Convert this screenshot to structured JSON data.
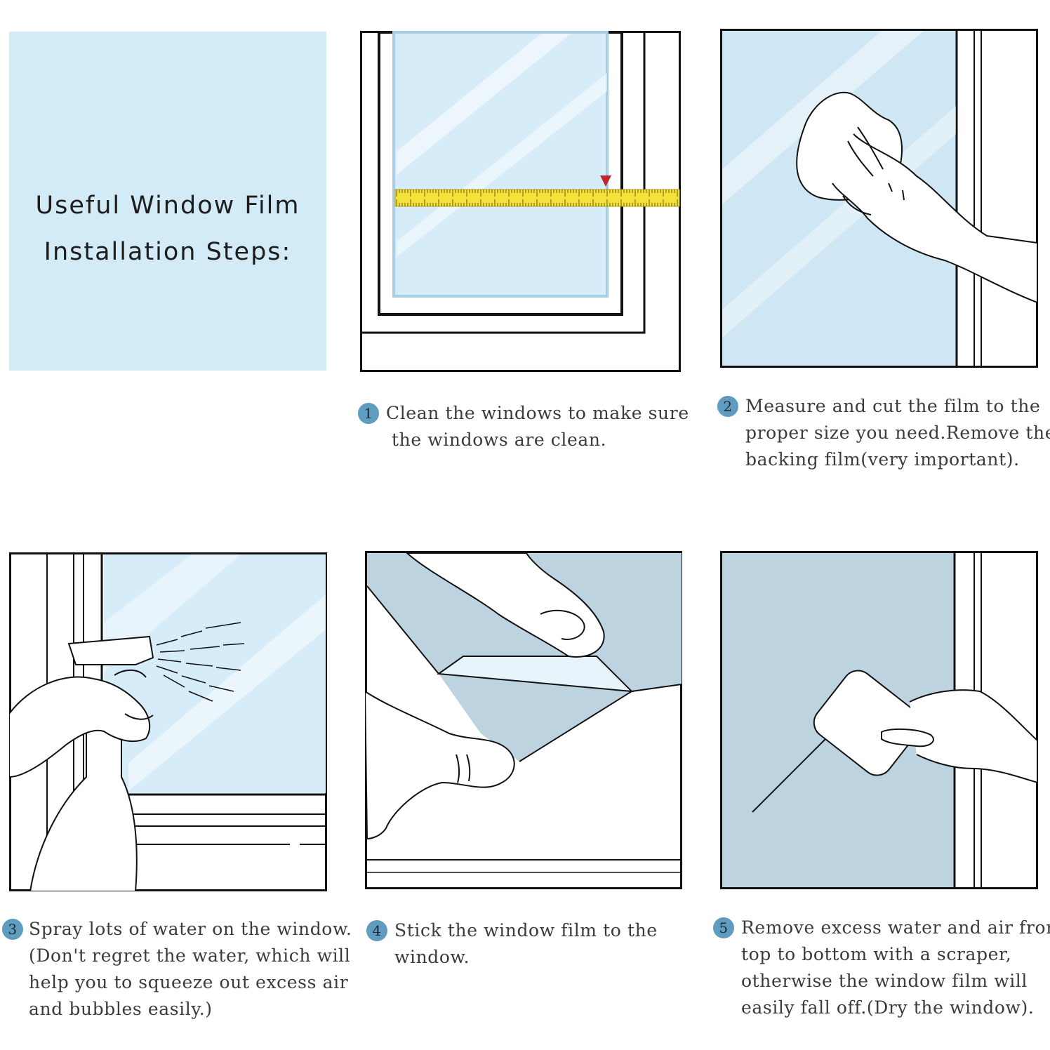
{
  "title": {
    "line1": "Useful Window Film",
    "line2": "Installation Steps:"
  },
  "colors": {
    "title_bg": "#d2ebf7",
    "glass": "#d6ecf8",
    "film": "#bed3e0",
    "badge": "#5f9cc0",
    "tape": "#f2e23b",
    "marker": "#c0272d"
  },
  "steps": [
    {
      "number": "1",
      "lines": [
        "Clean the windows to make sure",
        "the windows are clean."
      ]
    },
    {
      "number": "2",
      "lines": [
        "Measure and cut the film to the",
        "proper size you need.Remove the",
        "backing film(very important)."
      ]
    },
    {
      "number": "3",
      "lines": [
        "Spray lots of water on the window.",
        "(Don't regret the water, which will",
        "help you to squeeze out excess air",
        "and bubbles easily.)"
      ]
    },
    {
      "number": "4",
      "lines": [
        "Stick the window film to the",
        "window."
      ]
    },
    {
      "number": "5",
      "lines": [
        "Remove excess water and air from",
        "top to bottom with a scraper,",
        "otherwise the window film will",
        "easily fall off.(Dry the window)."
      ]
    }
  ],
  "illustrations": {
    "ruler": "measuring-tape-icon",
    "wipe": "hand-wiping-cloth-icon",
    "spray": "spray-bottle-icon",
    "stick": "hands-peeling-film-icon",
    "scrape": "hand-holding-scraper-icon"
  }
}
